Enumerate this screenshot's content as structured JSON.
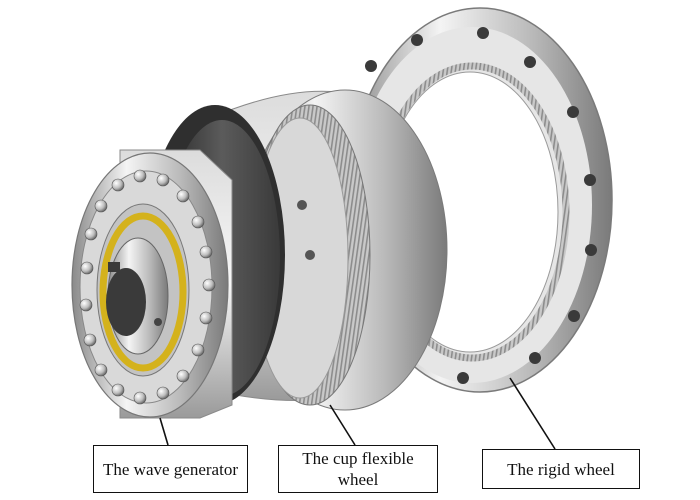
{
  "labels": {
    "wave_generator": "The wave generator",
    "cup_flexible_wheel": "The cup flexible wheel",
    "rigid_wheel": "The rigid wheel"
  },
  "colors": {
    "metal_light": "#f2f2f2",
    "metal_mid": "#bdbdbd",
    "metal_dark": "#6e6e6e",
    "bearing_ring": "#d4b21c",
    "outline": "#111111",
    "background": "#ffffff"
  }
}
